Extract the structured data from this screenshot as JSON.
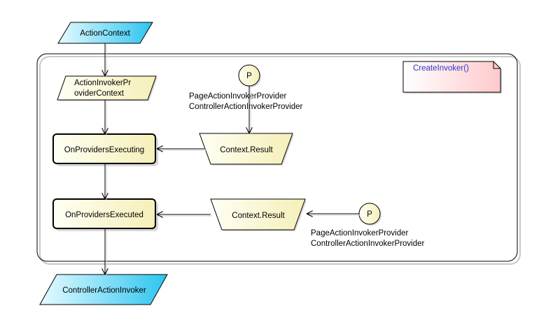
{
  "diagram": {
    "inputs": {
      "action_context": "ActionContext",
      "controller_action_invoker": "ControllerActionInvoker"
    },
    "context_node": {
      "line1": "ActionInvokerPr",
      "line2": "oviderContext"
    },
    "steps": {
      "executing": "OnProvidersExecuting",
      "executed": "OnProvidersExecuted"
    },
    "results": {
      "top": "Context.Result",
      "bottom": "Context.Result"
    },
    "providers": {
      "top": {
        "marker": "P",
        "line1": "PageActionInvokerProvider",
        "line2": "ControllerActionInvokerProvider"
      },
      "bottom": {
        "marker": "P",
        "line1": "PageActionInvokerProvider",
        "line2": "ControllerActionInvokerProvider"
      }
    },
    "note": "CreateInvoker()"
  },
  "colors": {
    "cyan_light": "#e6fbff",
    "cyan_dark": "#2cc4f0",
    "yellow_light": "#fffff4",
    "yellow_dark": "#f5efb8",
    "note_pink": "#ffc9cc",
    "note_text": "#3333cc",
    "stroke": "#000000"
  }
}
